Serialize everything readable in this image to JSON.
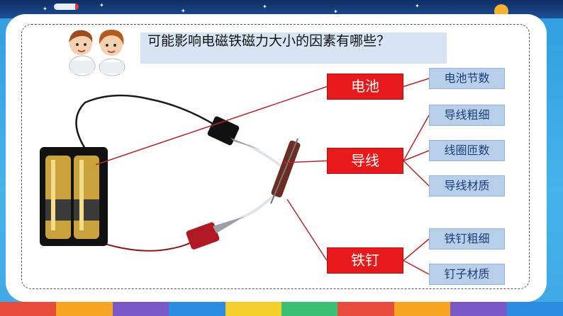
{
  "question": "可能影响电磁铁磁力大小的因素有哪些？",
  "categories": [
    {
      "label": "电池",
      "factors": [
        "电池节数"
      ]
    },
    {
      "label": "导线",
      "factors": [
        "导线粗细",
        "线圈匝数",
        "导线材质"
      ]
    },
    {
      "label": "铁钉",
      "factors": [
        "铁钉粗细",
        "钉子材质"
      ]
    }
  ],
  "colors": {
    "category_fill": "#e8191a",
    "factor_fill": "#b8cfe9",
    "factor_text": "#1c3f7a",
    "connector": "#b5272c",
    "question_band": "#d6e4f3",
    "footer_stripes": [
      "#e64b3c",
      "#f6a623",
      "#7b58c8",
      "#2b8ce0",
      "#f3cf2b",
      "#3bbf74",
      "#e64b3c",
      "#f6a623",
      "#7b58c8",
      "#2b8ce0"
    ]
  },
  "icons": [
    "kids-illustration-icon",
    "battery-circuit-icon",
    "nail-coil-icon"
  ]
}
